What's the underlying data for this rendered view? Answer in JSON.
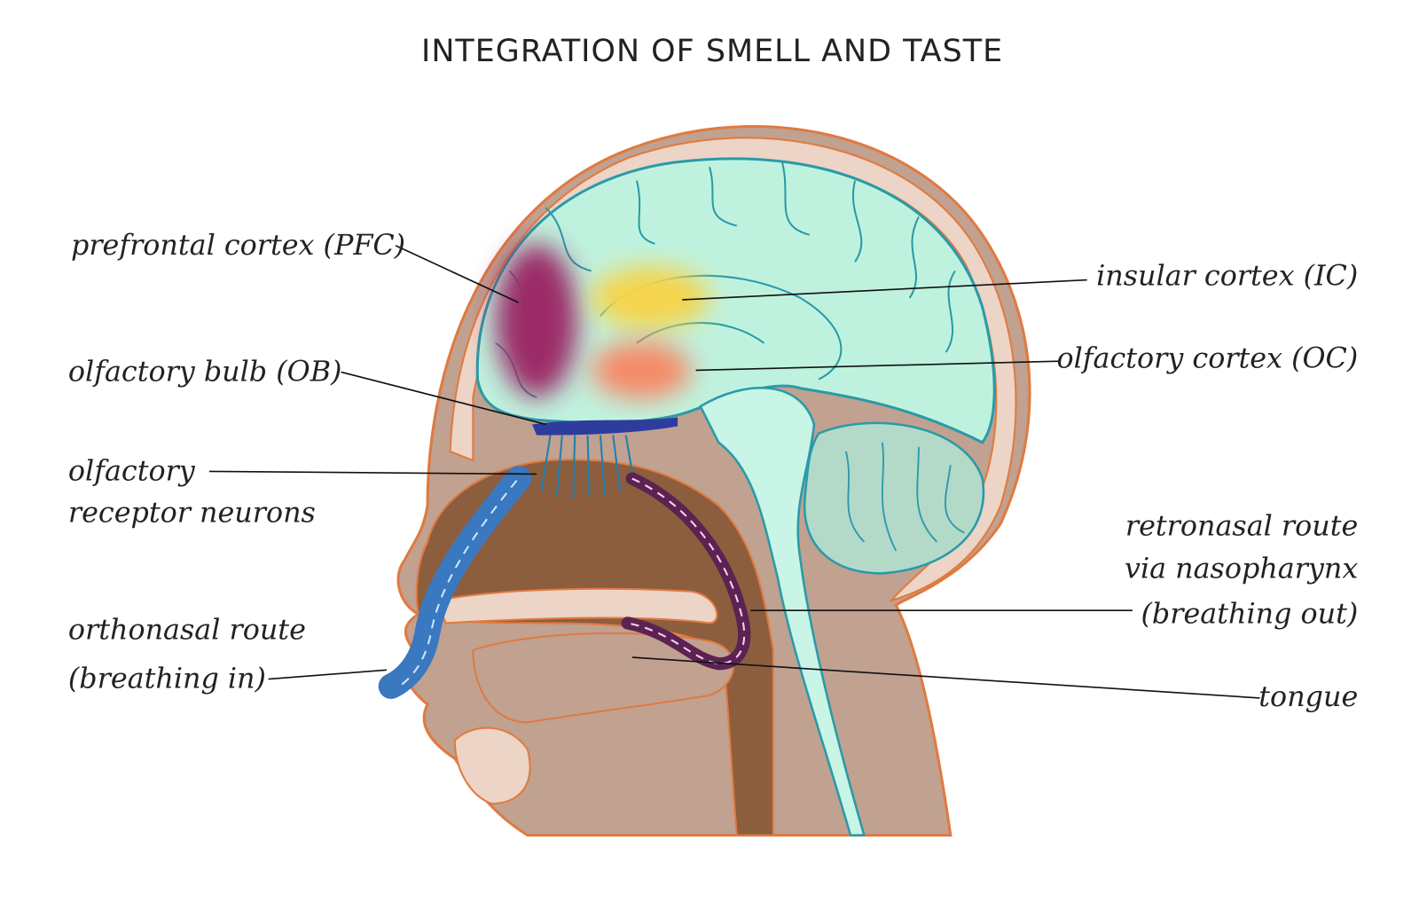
{
  "title": "INTEGRATION OF SMELL AND TASTE",
  "labels": {
    "pfc": "prefrontal cortex (PFC)",
    "ob": "olfactory bulb (OB)",
    "orn_line1": "olfactory",
    "orn_line2": "receptor neurons",
    "ortho_line1": "orthonasal route",
    "ortho_line2": "(breathing in)",
    "ic": "insular cortex (IC)",
    "oc": "olfactory cortex (OC)",
    "retro_line1": "retronasal route",
    "retro_line2": "via nasopharynx",
    "retro_line3": "(breathing out)",
    "tongue": "tongue"
  },
  "colors": {
    "skin": "#c1a190",
    "outline": "#e07a40",
    "bone": "#ecd4c6",
    "brain": "#bff2de",
    "cerebellum": "#b3d9c9",
    "nasal": "#8c5e3e",
    "pfc": "#9b2a68",
    "ic": "#f6d44c",
    "oc": "#f68a68",
    "bulb": "#2e3c9e",
    "ortho": "#3a78c0",
    "retro": "#5c2252"
  }
}
